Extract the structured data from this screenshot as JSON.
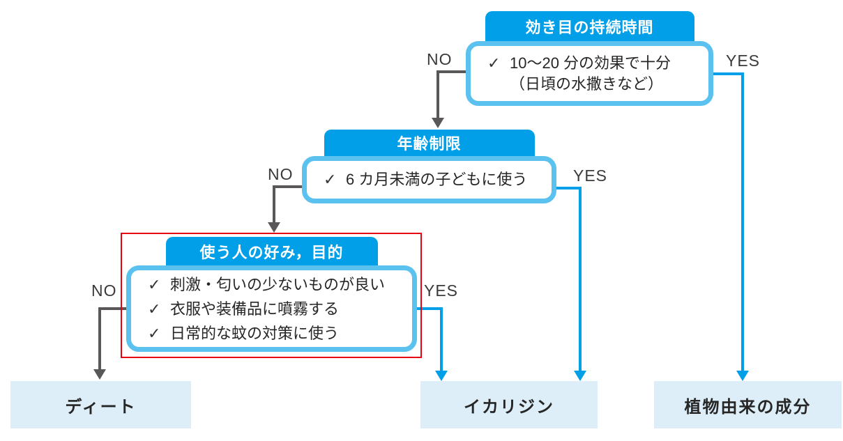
{
  "labels": {
    "no": "NO",
    "yes": "YES"
  },
  "nodes": {
    "duration": {
      "title": "効き目の持続時間",
      "lines": [
        {
          "check": "✓",
          "text": "10〜20 分の効果で十分"
        },
        {
          "check": "",
          "text": "（日頃の水撒きなど）"
        }
      ]
    },
    "age": {
      "title": "年齢制限",
      "lines": [
        {
          "check": "✓",
          "text": "6 カ月未満の子どもに使う"
        }
      ]
    },
    "preference": {
      "title": "使う人の好み，目的",
      "lines": [
        {
          "check": "✓",
          "text": "刺激・匂いの少ないものが良い"
        },
        {
          "check": "✓",
          "text": "衣服や装備品に噴霧する"
        },
        {
          "check": "✓",
          "text": "日常的な蚊の対策に使う"
        }
      ]
    }
  },
  "results": [
    {
      "label": "ディート"
    },
    {
      "label": "イカリジン"
    },
    {
      "label": "植物由来の成分"
    }
  ],
  "colors": {
    "header_blue": "#009FE8",
    "body_border_blue": "#5BC2F0",
    "result_fill": "#DDEEF8",
    "connector_gray": "#595757",
    "highlight_red": "#E60012"
  }
}
